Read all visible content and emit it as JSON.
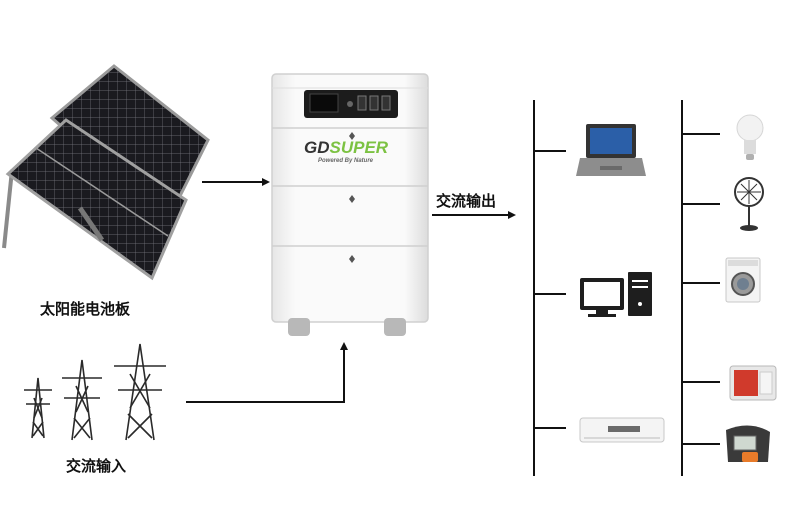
{
  "labels": {
    "solar_panel": "太阳能电池板",
    "ac_input": "交流输入",
    "ac_output": "交流输出"
  },
  "brand": {
    "name_left": "GD",
    "name_right": "SUPER",
    "tagline": "Powered By Nature",
    "accent_color": "#7cc242"
  },
  "icons": {
    "source": [
      "solar-panel-icon",
      "power-tower-icon"
    ],
    "storage": "battery-cabinet-icon",
    "loads": [
      "laptop-icon",
      "desktop-computer-icon",
      "air-conditioner-icon",
      "light-bulb-icon",
      "fan-icon",
      "washing-machine-icon",
      "mini-fridge-icon",
      "blood-pressure-monitor-icon"
    ]
  }
}
